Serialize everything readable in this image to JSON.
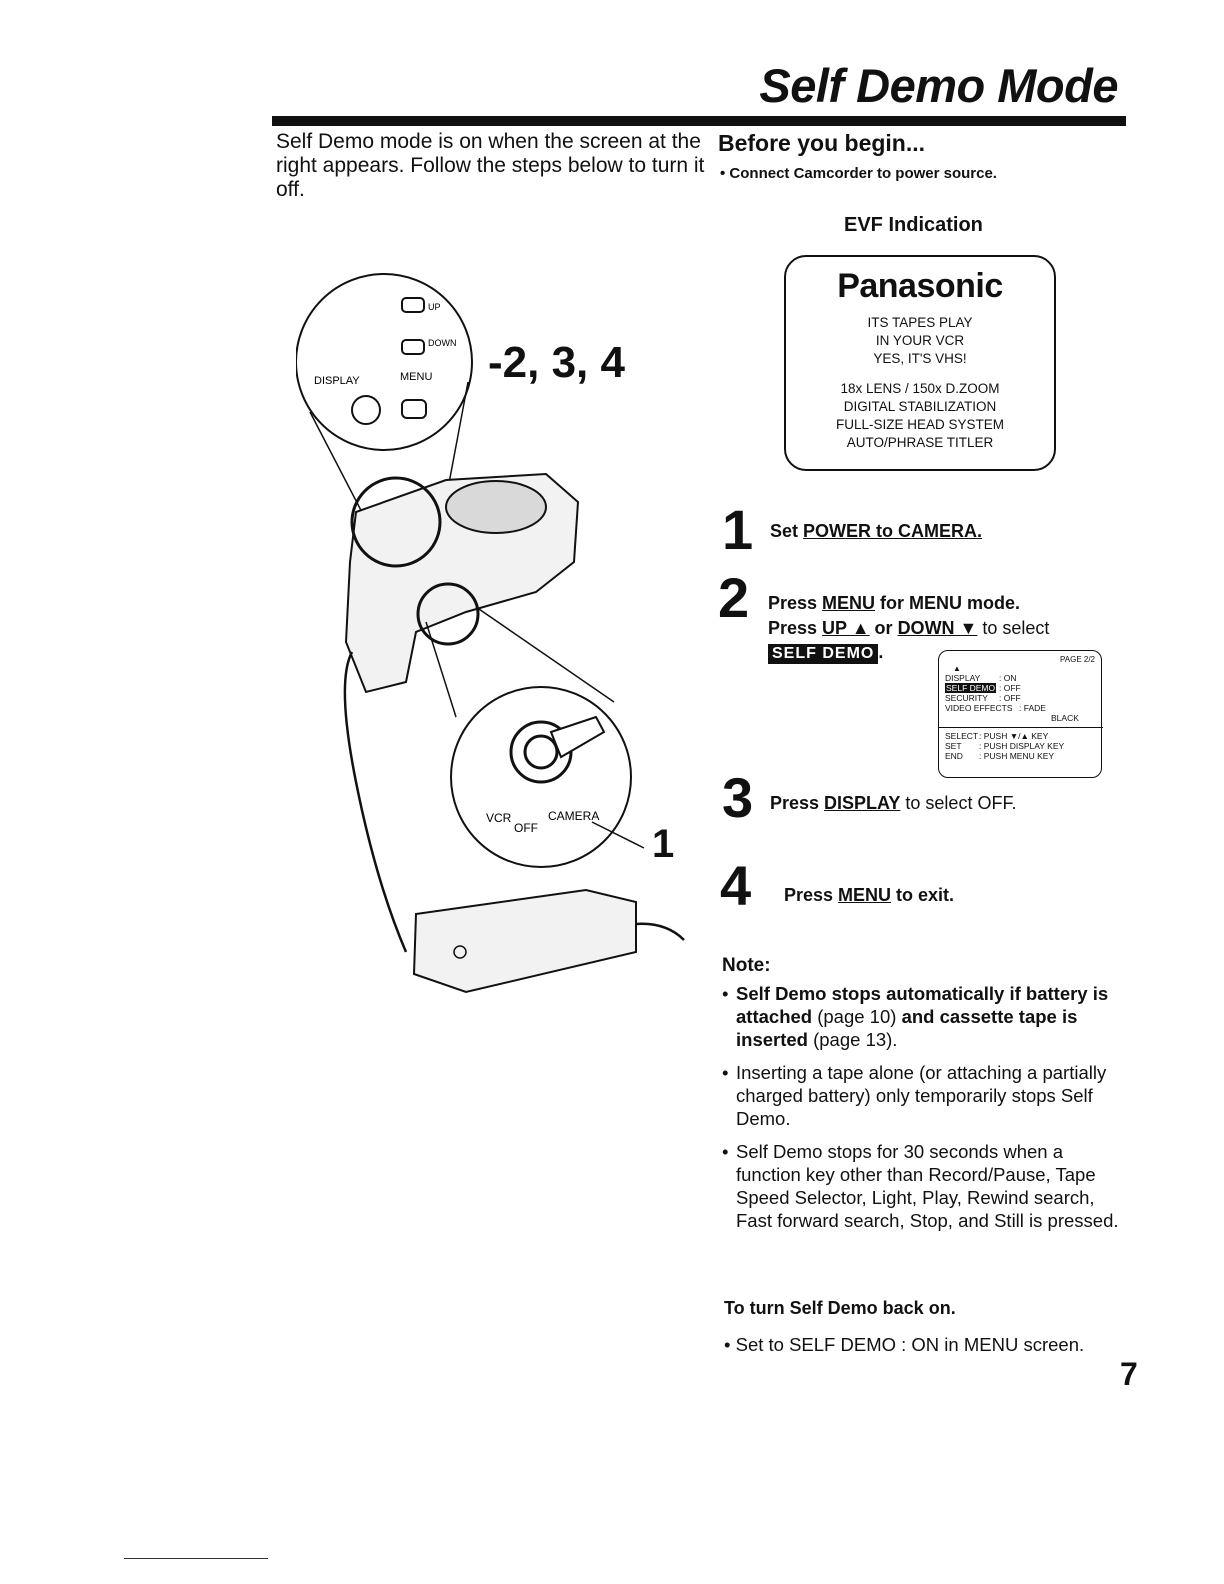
{
  "header": {
    "title": "Self Demo Mode"
  },
  "intro": {
    "text": "Self Demo mode is on when the screen at the right appears. Follow the steps below to turn it off."
  },
  "before": {
    "heading": "Before you begin...",
    "bullet": "• Connect Camcorder to power source."
  },
  "evf": {
    "label": "EVF Indication",
    "brand": "Panasonic",
    "lines1": [
      "ITS TAPES PLAY",
      "IN YOUR VCR",
      "YES, IT'S VHS!"
    ],
    "lines2": [
      "18x LENS / 150x D.ZOOM",
      "DIGITAL STABILIZATION",
      "FULL-SIZE HEAD SYSTEM",
      "AUTO/PHRASE TITLER"
    ]
  },
  "steps": {
    "s1": {
      "num": "1",
      "pre": "Set ",
      "link": "POWER to CAMERA."
    },
    "s2": {
      "num": "2",
      "line1_pre": "Press ",
      "line1_link": "MENU",
      "line1_post": " for MENU mode.",
      "line2_pre": "Press ",
      "line2_link1": "UP ▲",
      "line2_mid": " or ",
      "line2_link2": "DOWN ▼",
      "line2_post": " to select",
      "badge": "SELF DEMO",
      "badge_post": "."
    },
    "s3": {
      "num": "3",
      "pre": "Press ",
      "link": "DISPLAY",
      "post": " to select OFF."
    },
    "s4": {
      "num": "4",
      "pre": "Press ",
      "link": "MENU",
      "post": " to exit."
    }
  },
  "menu_screen": {
    "page": "PAGE 2/2",
    "arrow": "▲",
    "rows": [
      {
        "k": "DISPLAY",
        "v": ": ON"
      },
      {
        "k": "SELF DEMO",
        "v": ": OFF",
        "hl": true
      },
      {
        "k": "SECURITY",
        "v": ": OFF"
      },
      {
        "k": "VIDEO EFFECTS",
        "v": ": FADE"
      },
      {
        "k": "",
        "v": "BLACK"
      }
    ],
    "keys": [
      {
        "k": "SELECT",
        "v": ": PUSH ▼/▲ KEY"
      },
      {
        "k": "SET",
        "v": ": PUSH DISPLAY KEY"
      },
      {
        "k": "END",
        "v": ": PUSH MENU KEY"
      }
    ]
  },
  "note": {
    "heading": "Note:",
    "n1_b1": "Self Demo stops automatically if battery is attached",
    "n1_r1": " (page 10) ",
    "n1_b2": "and cassette tape is inserted",
    "n1_r2": " (page 13).",
    "n2": "Inserting a tape alone (or attaching a partially charged battery) only temporarily stops Self Demo.",
    "n3": "Self Demo stops for 30 seconds when a function key other than Record/Pause, Tape Speed Selector, Light, Play, Rewind search, Fast forward search, Stop, and Still is pressed."
  },
  "back_on": {
    "heading": "To turn Self Demo back on.",
    "bullet": "• Set to SELF DEMO : ON in MENU screen."
  },
  "illustration": {
    "label_up": "UP",
    "label_down": "DOWN",
    "label_display": "DISPLAY",
    "label_menu": "MENU",
    "callout_234": "-2, 3, 4",
    "label_vcr": "VCR",
    "label_off": "OFF",
    "label_camera": "CAMERA",
    "callout_1": "1"
  },
  "page_number": "7"
}
